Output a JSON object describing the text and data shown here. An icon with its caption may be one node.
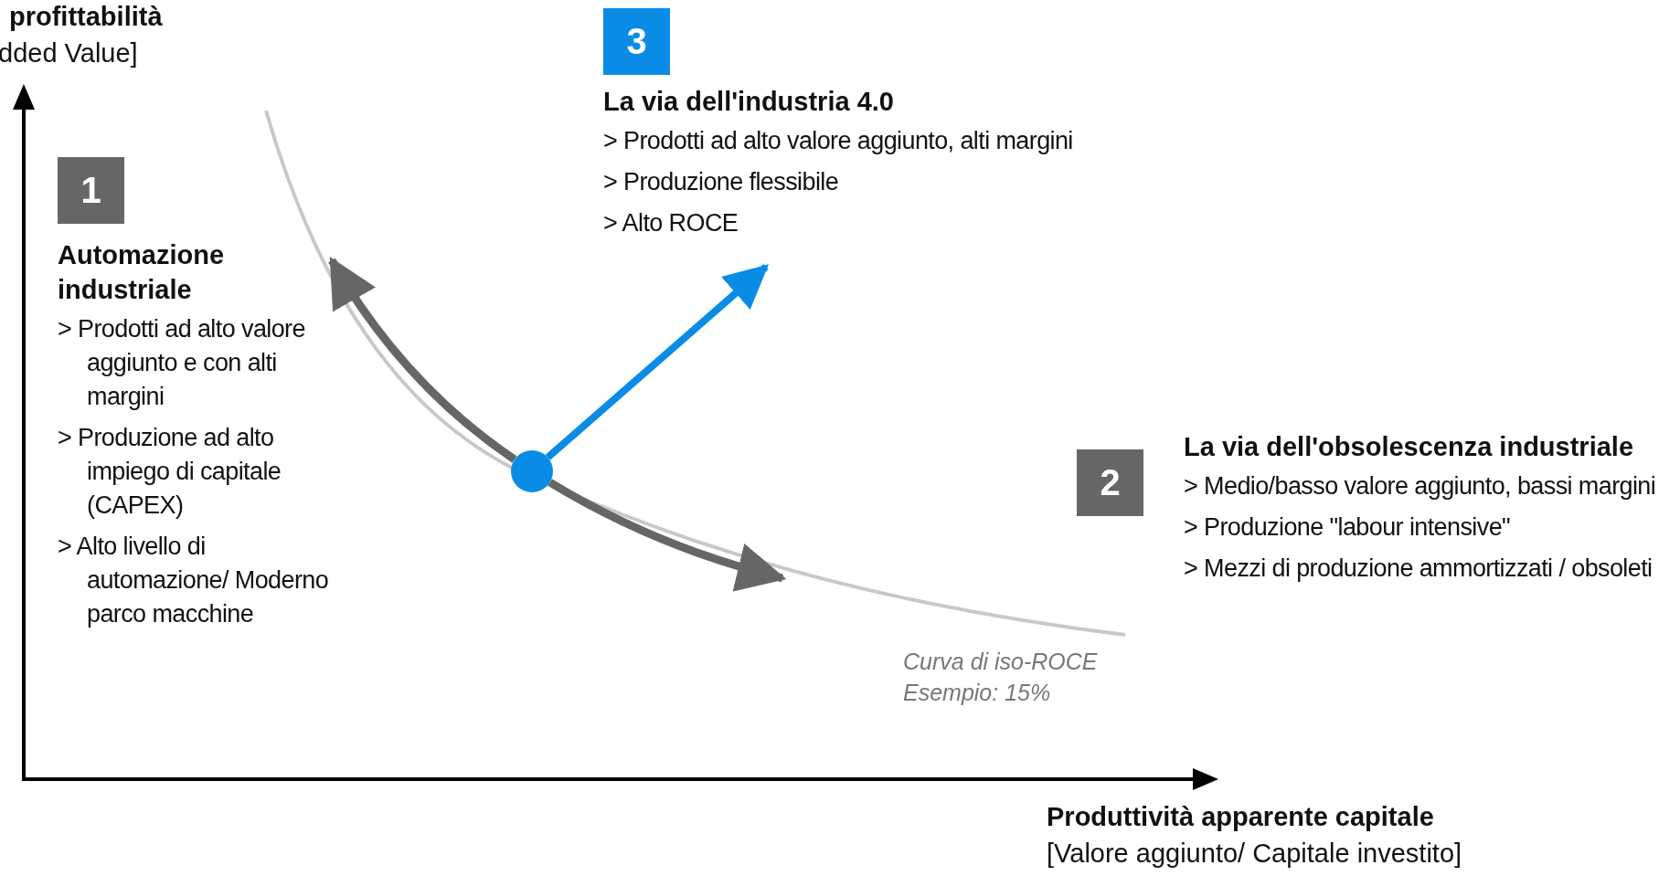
{
  "diagram": {
    "nodes": [
      {
        "text": [
          "La via dell'industria 4.0",
          "> Prodotti ad alto valore aggiunto, alti margini",
          "> Produzione flessibile",
          "> Alto ROCE"
        ]
      },
      {
        "text": [
          "3"
        ],
        "in": 0
      },
      {
        "text": [
          "Automazione industriale",
          "> Prodotti ad alto valore aggiunto e con alti margini",
          "> Produzione ad alto impiego di capitale (CAPEX)",
          "> Alto livello di automazione/ Moderno parco macchine"
        ]
      },
      {
        "text": [
          "1"
        ],
        "in": 2
      },
      {
        "text": [],
        "shape": "circle"
      },
      {
        "text": [
          "La via dell'obsolescenza industriale",
          "> Medio/basso valore aggiunto, bassi margini",
          "> Produzione \"labour intensive\"",
          "> Mezzi di produzione ammortizzati / obsoleti"
        ]
      },
      {
        "text": [
          "2"
        ],
        "in": 5
      }
    ],
    "edges": [
      {
        "from": 4,
        "to": 2,
        "arrow": "to"
      },
      {
        "from": 4,
        "to": 0,
        "arrow": "to",
        "color": "#0a8ce6"
      },
      {
        "from": 4,
        "to": null,
        "arrow": "to"
      }
    ],
    "labels": [
      "profittabilità",
      "dded Value]",
      "Curva di iso-ROCE",
      "Esempio: 15%",
      "Produttività apparente capitale",
      "[Valore aggiunto/ Capitale investito]"
    ]
  }
}
